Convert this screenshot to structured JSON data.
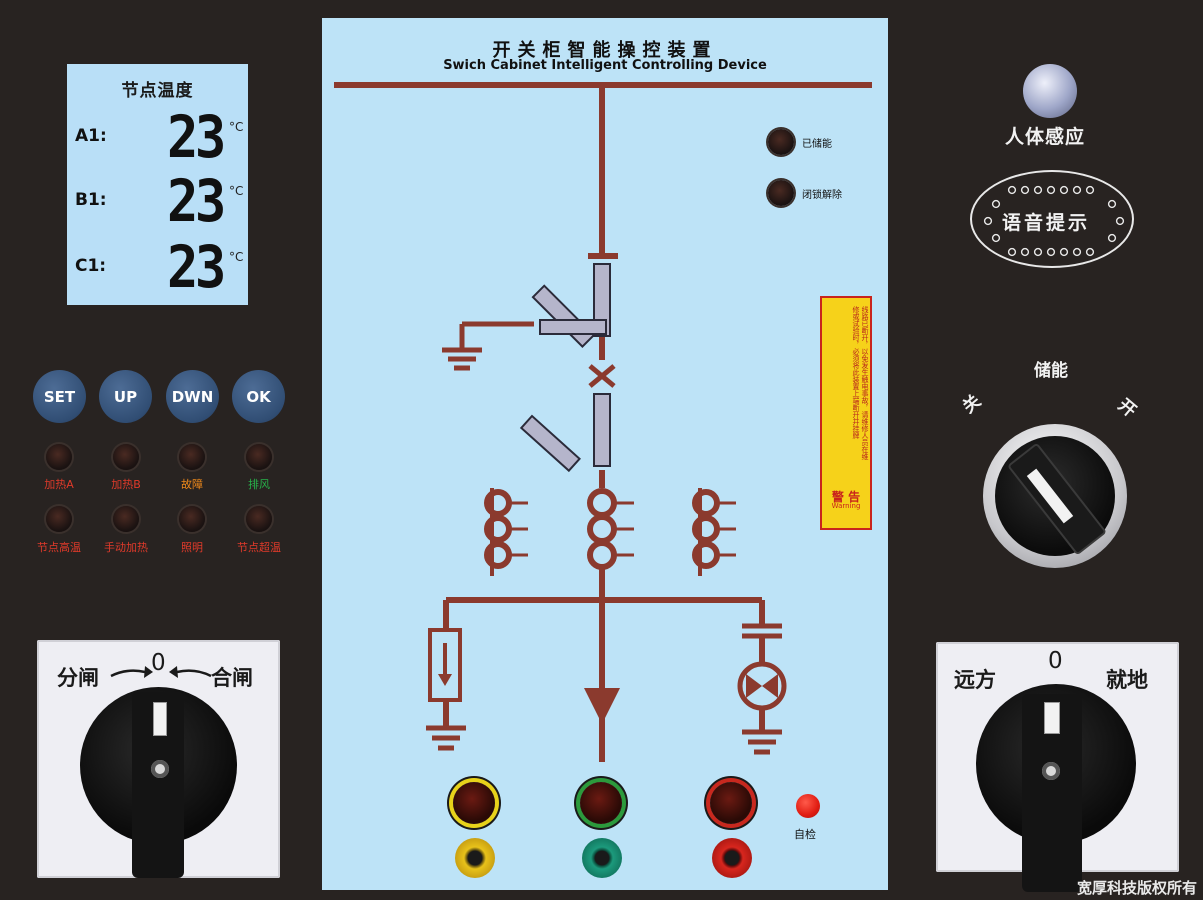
{
  "lcd": {
    "title": "节点温度",
    "rows": [
      {
        "label": "A1:",
        "value": "23",
        "unit": "°C"
      },
      {
        "label": "B1:",
        "value": "23",
        "unit": "°C"
      },
      {
        "label": "C1:",
        "value": "23",
        "unit": "°C"
      }
    ]
  },
  "buttons": {
    "set": "SET",
    "up": "UP",
    "down": "DWN",
    "ok": "OK"
  },
  "lamps": [
    {
      "label": "加热A",
      "color": "#e03a2a"
    },
    {
      "label": "加热B",
      "color": "#e03a2a"
    },
    {
      "label": "故障",
      "color": "#f08a1a"
    },
    {
      "label": "排风",
      "color": "#27b34a"
    },
    {
      "label": "节点高温",
      "color": "#e03a2a"
    },
    {
      "label": "手动加热",
      "color": "#e03a2a"
    },
    {
      "label": "照明",
      "color": "#e03a2a"
    },
    {
      "label": "节点超温",
      "color": "#e03a2a"
    }
  ],
  "left_switch": {
    "left": "分闸",
    "center": "0",
    "right": "合闸"
  },
  "right_switch": {
    "left": "远方",
    "center": "0",
    "right": "就地"
  },
  "panel": {
    "title": "开关柜智能操控装置",
    "subtitle": "Swich Cabinet Intelligent Controlling Device",
    "indicators": {
      "charged": "已储能",
      "unlock": "闭锁解除"
    },
    "self_test": "自检",
    "warning": {
      "text": "线路已断开，以免发生触电事故，请维修人员在维修或试验时，必须将此装置上端断开并挂牌",
      "title": "警 告",
      "sub": "Warning"
    },
    "line_color": "#8b3a2e"
  },
  "right_side": {
    "sensor_label": "人体感应",
    "voice_label": "语音提示",
    "storage_label": "储能",
    "storage_off": "关",
    "storage_on": "开"
  },
  "copyright": "宽厚科技版权所有"
}
